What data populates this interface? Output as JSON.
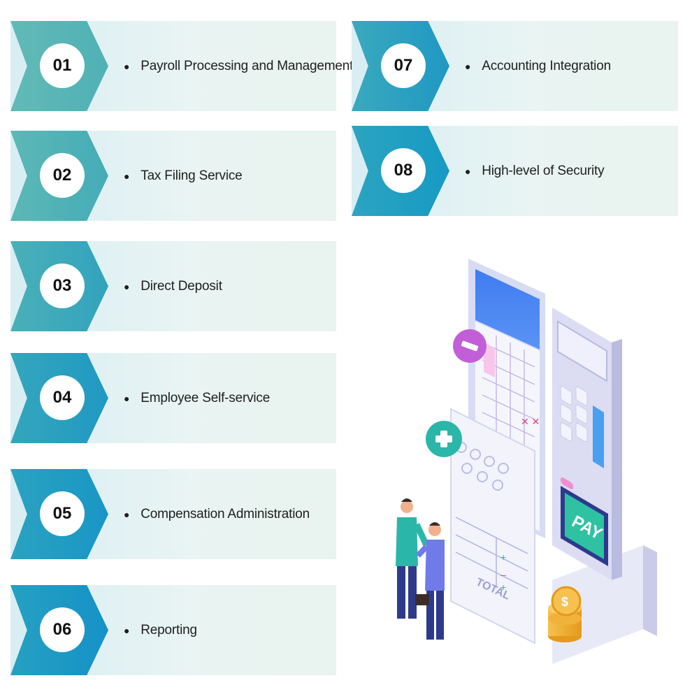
{
  "items": [
    {
      "num": "01",
      "label": "Payroll Processing and Management",
      "color": "#5bb7b4"
    },
    {
      "num": "02",
      "label": "Tax Filing Service",
      "color": "#55b3b7"
    },
    {
      "num": "03",
      "label": "Direct Deposit",
      "color": "#3ea9bd"
    },
    {
      "num": "04",
      "label": "Employee Self-service",
      "color": "#2aa0c0"
    },
    {
      "num": "05",
      "label": "Compensation Administration",
      "color": "#239dc3"
    },
    {
      "num": "06",
      "label": "Reporting",
      "color": "#1f99c5"
    },
    {
      "num": "07",
      "label": "Accounting Integration",
      "color": "#2a9fc3"
    },
    {
      "num": "08",
      "label": "High-level of Security",
      "color": "#21a4c0"
    }
  ],
  "illustration": {
    "pay_text": "PAY",
    "total_text": "TOTAL",
    "coin_symbol": "$"
  },
  "colors": {
    "teal": "#2ab7a9",
    "purple": "#b95bd1",
    "pink": "#f08fd0",
    "blue": "#3f7cf0"
  }
}
